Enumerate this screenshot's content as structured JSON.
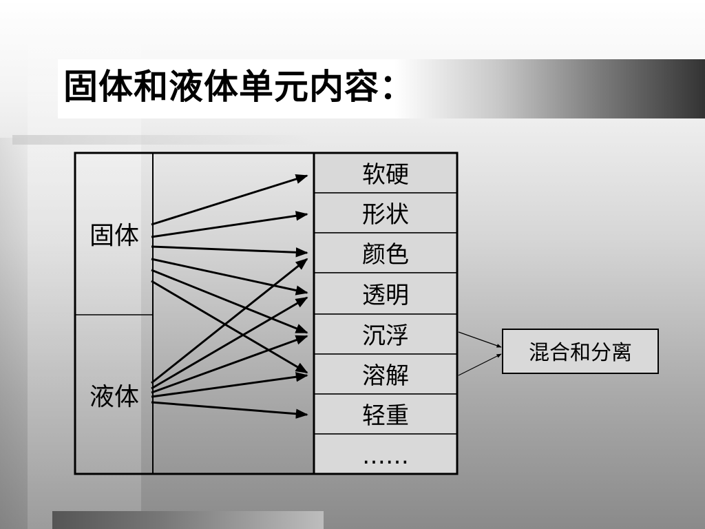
{
  "title": "固体和液体单元内容：",
  "categories": [
    "固体",
    "液体"
  ],
  "properties": [
    "软硬",
    "形状",
    "颜色",
    "透明",
    "沉浮",
    "溶解",
    "轻重",
    "……"
  ],
  "result_box": "混合和分离",
  "links": [
    {
      "from": 0,
      "to": 0
    },
    {
      "from": 0,
      "to": 1
    },
    {
      "from": 0,
      "to": 2
    },
    {
      "from": 0,
      "to": 3
    },
    {
      "from": 0,
      "to": 4
    },
    {
      "from": 0,
      "to": 5
    },
    {
      "from": 1,
      "to": 2
    },
    {
      "from": 1,
      "to": 3
    },
    {
      "from": 1,
      "to": 4
    },
    {
      "from": 1,
      "to": 5
    },
    {
      "from": 1,
      "to": 6
    }
  ],
  "colors": {
    "line": "#000000",
    "cell_fill": "#d9d9d9"
  }
}
